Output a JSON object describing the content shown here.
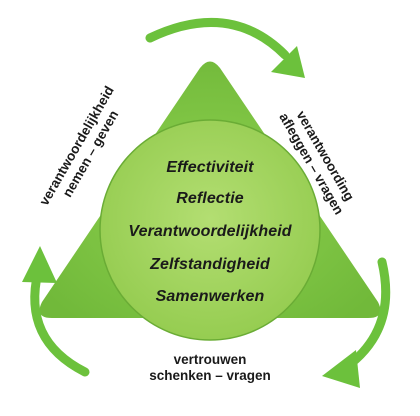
{
  "center_items": [
    "Effectiviteit",
    "Reflectie",
    "Verantwoordelijkheid",
    "Zelfstandigheid",
    "Samenwerken"
  ],
  "left_label": {
    "line1": "verantwoordelijkheid",
    "line2": "nemen – geven"
  },
  "right_label": {
    "line1": "verantwoording",
    "line2": "afleggen – vragen"
  },
  "bottom_label": {
    "line1": "vertrouwen",
    "line2": "schenken – vragen"
  },
  "colors": {
    "triangle": "#7dc142",
    "circle": "#a2d45c",
    "arrow": "#6cc13c"
  }
}
